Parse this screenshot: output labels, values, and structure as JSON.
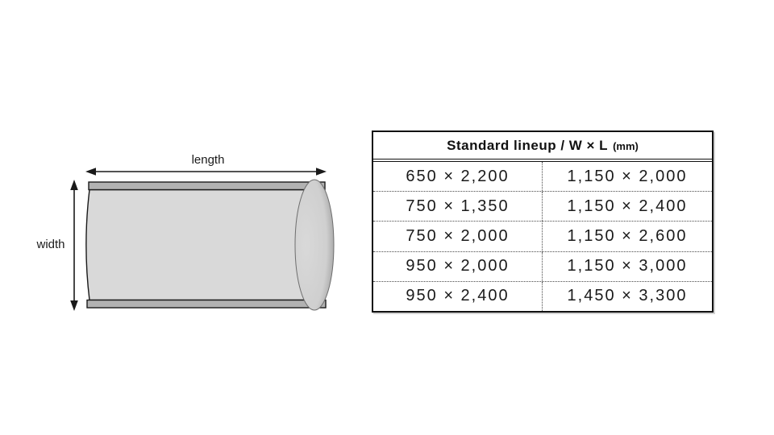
{
  "colors": {
    "roll_body": "#d9d9d9",
    "roll_edge": "#b2b2b2",
    "roll_end_mid": "#cfcfcf",
    "roll_end_dark": "#8a8a8a",
    "line": "#1a1a1a",
    "table_border": "#111111"
  },
  "diagram": {
    "length_label": "length",
    "width_label": "width"
  },
  "table": {
    "header_main": "Standard lineup / W × L",
    "header_unit": "(mm)",
    "rows": [
      [
        "650 × 2,200",
        "1,150 × 2,000"
      ],
      [
        "750 × 1,350",
        "1,150 × 2,400"
      ],
      [
        "750 × 2,000",
        "1,150 × 2,600"
      ],
      [
        "950 × 2,000",
        "1,150 × 3,000"
      ],
      [
        "950 × 2,400",
        "1,450 × 3,300"
      ]
    ]
  }
}
